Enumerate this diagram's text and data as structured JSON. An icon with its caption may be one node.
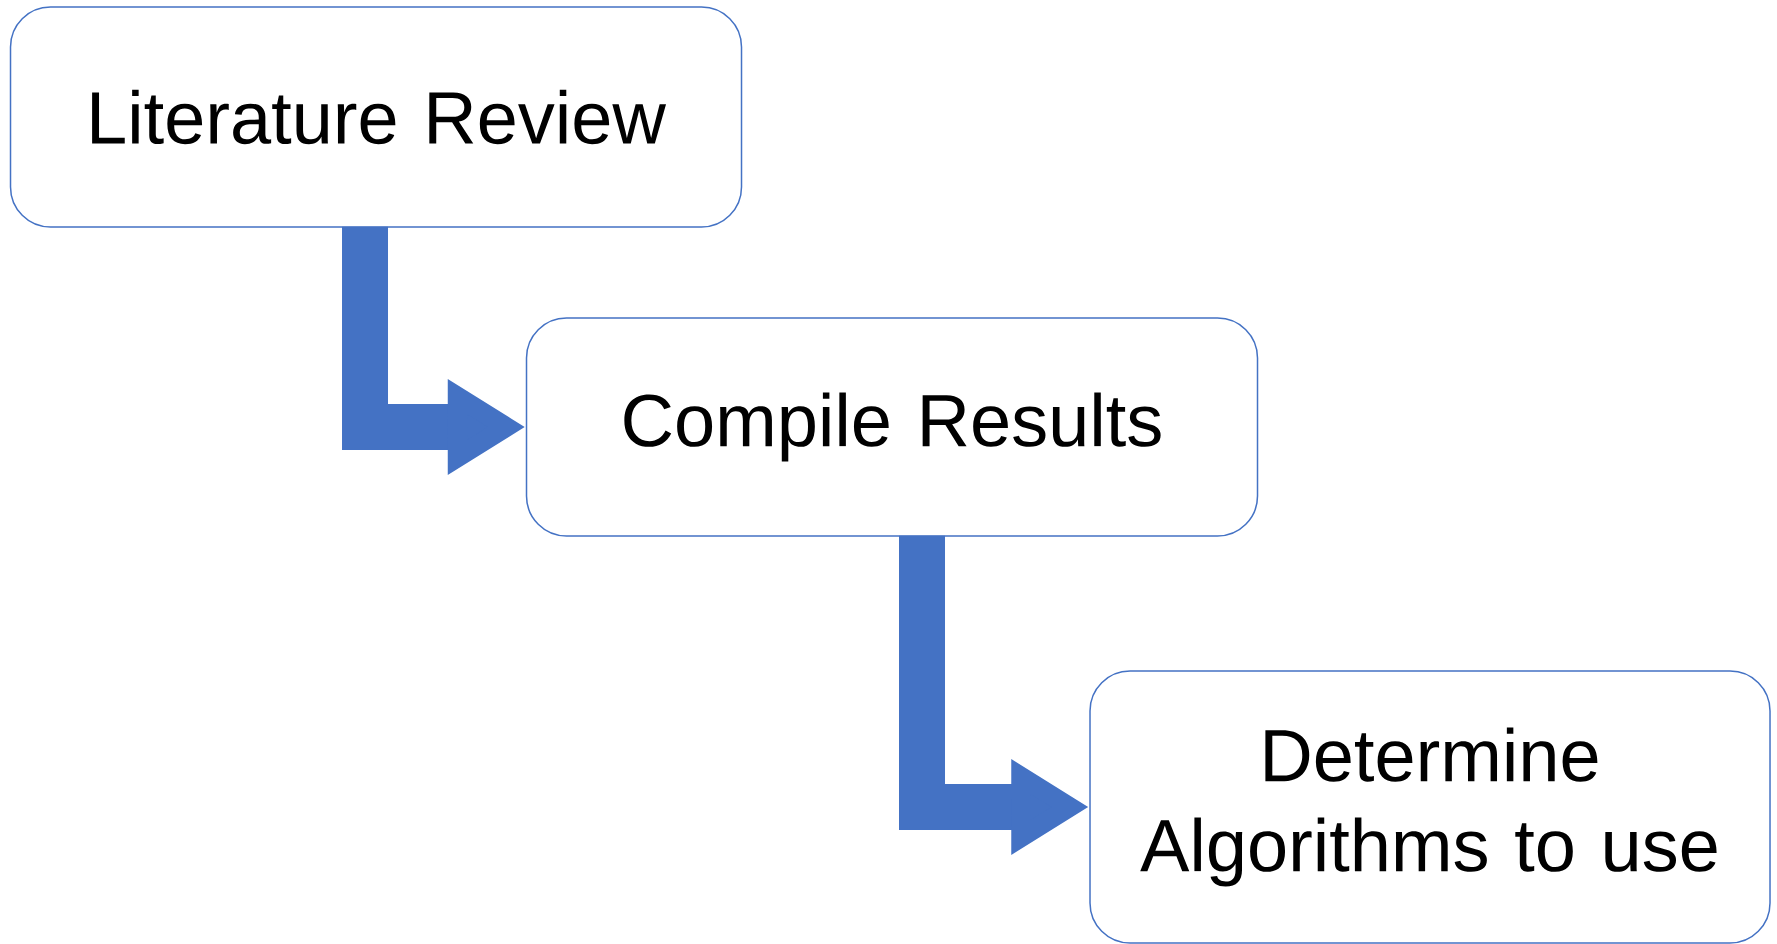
{
  "diagram": {
    "nodes": [
      {
        "text": [
          "Literature Review"
        ]
      },
      {
        "text": [
          "Compile Results"
        ]
      },
      {
        "text": [
          "Determine Algorithms to use"
        ]
      }
    ],
    "edges": [
      {
        "from": 0,
        "to": 1,
        "arrow": "to"
      },
      {
        "from": 1,
        "to": 2,
        "arrow": "to"
      }
    ]
  }
}
